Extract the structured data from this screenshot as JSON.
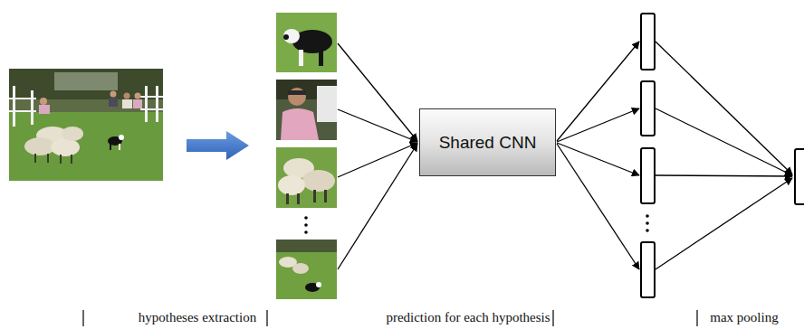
{
  "diagram": {
    "nodes": [
      {
        "text": [
          "Shared CNN"
        ]
      }
    ],
    "labels": [
      "hypotheses extraction",
      "prediction for each hypothesis",
      "max pooling"
    ]
  }
}
